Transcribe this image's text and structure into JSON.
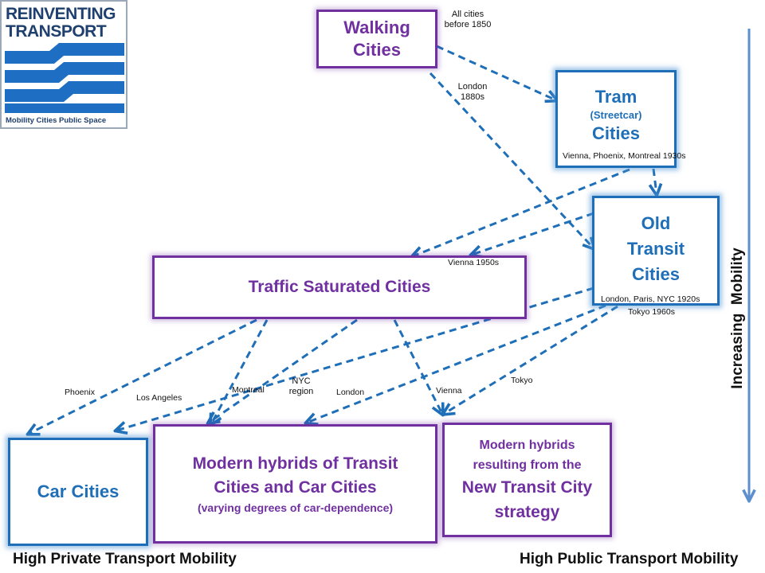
{
  "logo": {
    "title_line1": "REINVENTING",
    "title_line2": "TRANSPORT",
    "subtitle": "Mobility  Cities  Public Space"
  },
  "boxes": {
    "walking": {
      "line1": "Walking",
      "line2": "Cities"
    },
    "tram": {
      "line1": "Tram",
      "line2": "(Streetcar)",
      "line3": "Cities"
    },
    "old_transit": {
      "line1": "Old",
      "line2": "Transit",
      "line3": "Cities"
    },
    "traffic_saturated": {
      "text": "Traffic Saturated Cities"
    },
    "car_cities": {
      "text": "Car Cities"
    },
    "modern_hybrids": {
      "line1": "Modern hybrids of Transit",
      "line2": "Cities and Car Cities",
      "line3": "(varying degrees of car-dependence)"
    },
    "new_transit": {
      "line1": "Modern hybrids",
      "line2": "resulting from the",
      "line3": "New Transit City",
      "line4": "strategy"
    }
  },
  "notes": {
    "all_cities": "All cities\nbefore 1850",
    "london_1880s": "London\n1880s",
    "tram_cities_list": "Vienna, Phoenix, Montreal 1930s",
    "vienna_1950s": "Vienna 1950s",
    "old_transit_list": "London, Paris, NYC 1920s",
    "tokyo_1960s": "Tokyo 1960s"
  },
  "arrow_labels": {
    "phoenix": "Phoenix",
    "los_angeles": "Los Angeles",
    "montreal": "Montreal",
    "nyc_region": "NYC\nregion",
    "london": "London",
    "vienna": "Vienna",
    "tokyo": "Tokyo"
  },
  "axis": {
    "vertical": "Increasing  Mobility",
    "bottom_left": "High Private Transport Mobility",
    "bottom_right": "High Public Transport Mobility"
  },
  "colors": {
    "purple": "#7030a0",
    "blue": "#1f6fb8",
    "arrow": "#1f6fb8",
    "axis_arrow": "#5b8fd0"
  }
}
